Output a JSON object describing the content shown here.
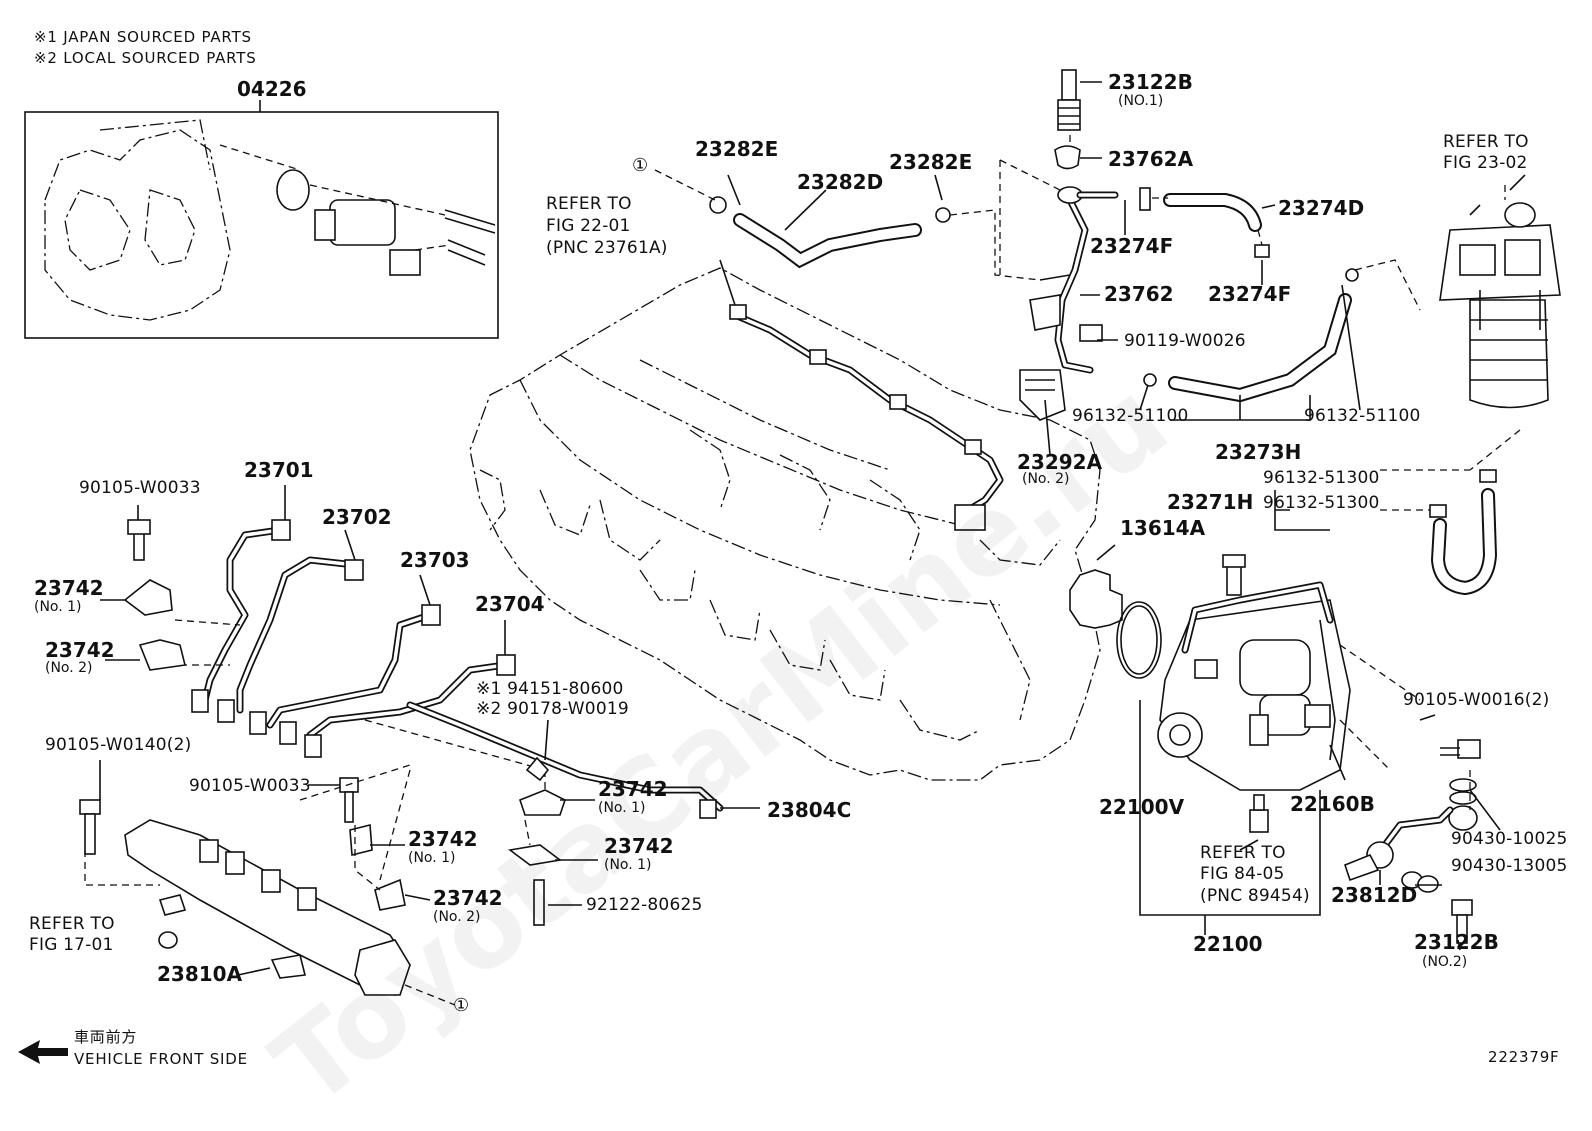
{
  "notes": {
    "note1": "※1 JAPAN SOURCED PARTS",
    "note2": "※2 LOCAL SOURCED PARTS"
  },
  "watermark": "ToyotaCarMine.ru",
  "labels": {
    "p04226": "04226",
    "p23122B_top": "23122B",
    "p23122B_top_sub": "(NO.1)",
    "p23762A": "23762A",
    "p23282E_a": "23282E",
    "p23282E_b": "23282E",
    "p23282D": "23282D",
    "p23274D": "23274D",
    "p23274F_a": "23274F",
    "p23274F_b": "23274F",
    "p23762": "23762",
    "p90119": "90119-W0026",
    "p96132_a": "96132-51100",
    "p96132_b": "96132-51100",
    "p23273H": "23273H",
    "p23292A": "23292A",
    "p23292A_sub": "(No. 2)",
    "p96132_513_a": "96132-51300",
    "p23271H": "23271H",
    "p96132_513_b": "96132-51300",
    "p13614A": "13614A",
    "p23701": "23701",
    "p23702": "23702",
    "p23703": "23703",
    "p23704": "23704",
    "p90105_W0033_a": "90105-W0033",
    "p23742_n1_a": "23742",
    "p23742_n1_a_sub": "(No. 1)",
    "p23742_n2_a": "23742",
    "p23742_n2_a_sub": "(No. 2)",
    "p194151": "※1 94151-80600",
    "p290178": "※2 90178-W0019",
    "p90105_W0140": "90105-W0140(2)",
    "p90105_W0033_b": "90105-W0033",
    "p23742_n1_b": "23742",
    "p23742_n1_b_sub": "(No. 1)",
    "p23804C": "23804C",
    "p23742_n1_c": "23742",
    "p23742_n1_c_sub": "(No. 1)",
    "p23742_n1_d": "23742",
    "p23742_n1_d_sub": "(No. 1)",
    "p23742_n2_b": "23742",
    "p23742_n2_b_sub": "(No. 2)",
    "p92122": "92122-80625",
    "p23810A": "23810A",
    "p22100V": "22100V",
    "p22100": "22100",
    "p22160B": "22160B",
    "p90105_W0016": "90105-W0016(2)",
    "p90430_10025": "90430-10025",
    "p90430_13005": "90430-13005",
    "p23812D": "23812D",
    "p23122B_bot": "23122B",
    "p23122B_bot_sub": "(NO.2)",
    "circle_ref": "①"
  },
  "refs": {
    "fig2201": [
      "REFER TO",
      "FIG 22-01",
      "(PNC 23761A)"
    ],
    "fig2302": [
      "REFER TO",
      "FIG 23-02"
    ],
    "fig8405": [
      "REFER TO",
      "FIG 84-05",
      "(PNC 89454)"
    ],
    "fig1701": [
      "REFER TO",
      "FIG 17-01"
    ]
  },
  "front": {
    "jp": "車両前方",
    "en": "VEHICLE FRONT SIDE"
  },
  "figure_id": "222379F"
}
